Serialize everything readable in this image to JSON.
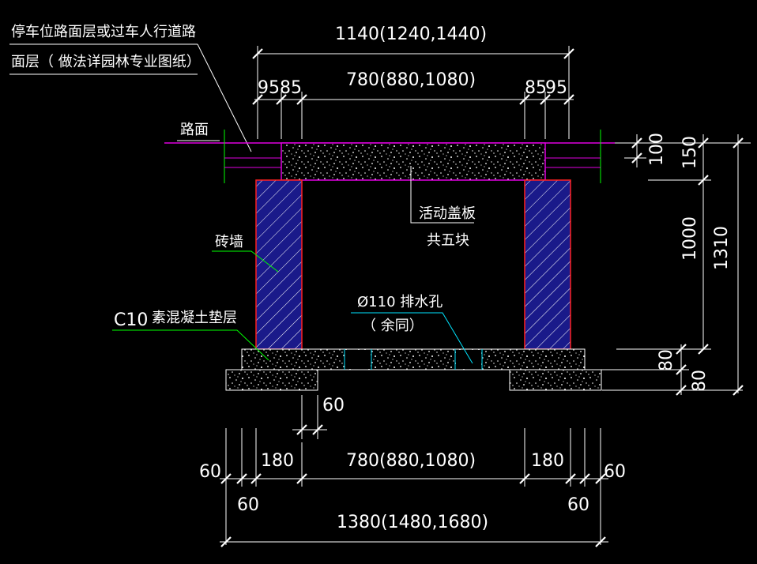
{
  "labels": {
    "note_line1": "停车位路面层或过车人行道路",
    "note_line2": "面层（ 做法详园林专业图纸）",
    "road": "路面",
    "cover_line1": "活动盖板",
    "cover_line2": "共五块",
    "brick_wall": "砖墙",
    "c10": "C10",
    "bedding": "素混凝土垫层",
    "drain_line1": "Ø110 排水孔",
    "drain_line2": "（ 余同）"
  },
  "dims": {
    "top_total": "1140(1240,1440)",
    "top_inner": "780(880,1080)",
    "top_left_a": "95",
    "top_left_b": "85",
    "top_right_a": "85",
    "top_right_b": "95",
    "h100": "100",
    "h150": "150",
    "h1000": "1000",
    "h1310": "1310",
    "h80a": "80",
    "h80b": "80",
    "d60_mid": "60",
    "b60_left": "60",
    "b180_left": "180",
    "b_inner": "780(880,1080)",
    "b180_right": "180",
    "b60_right": "60",
    "b60_left_low": "60",
    "b60_right_low": "60",
    "bottom_total": "1380(1480,1680)"
  },
  "colors": {
    "road_line": "#e000e0",
    "wall": "#ff2020",
    "wall_fill": "#1a1a8a",
    "leader_green": "#00ff00",
    "leader_cyan": "#00e5ff",
    "dim": "#ffffff"
  }
}
